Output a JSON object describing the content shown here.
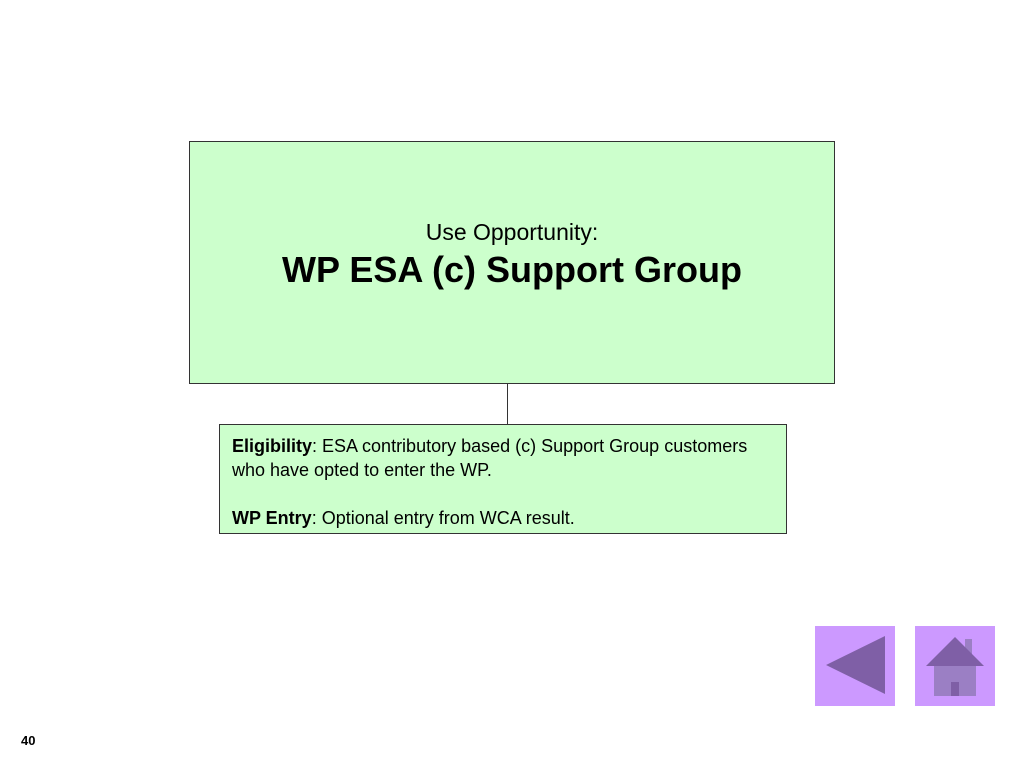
{
  "main_box": {
    "subtitle": "Use Opportunity:",
    "title": "WP ESA (c) Support Group"
  },
  "info_box": {
    "eligibility_label": "Eligibility",
    "eligibility_text": ": ESA contributory based (c) Support Group customers who have opted to enter the WP.",
    "entry_label": "WP Entry",
    "entry_text": ": Optional entry from WCA result."
  },
  "nav": {
    "back_icon": "back-arrow-icon",
    "home_icon": "home-icon"
  },
  "colors": {
    "box_fill": "#ccffcc",
    "box_border": "#333333",
    "nav_fill": "#cc99ff",
    "nav_icon": "#7f5fa6"
  },
  "page_number": "40"
}
